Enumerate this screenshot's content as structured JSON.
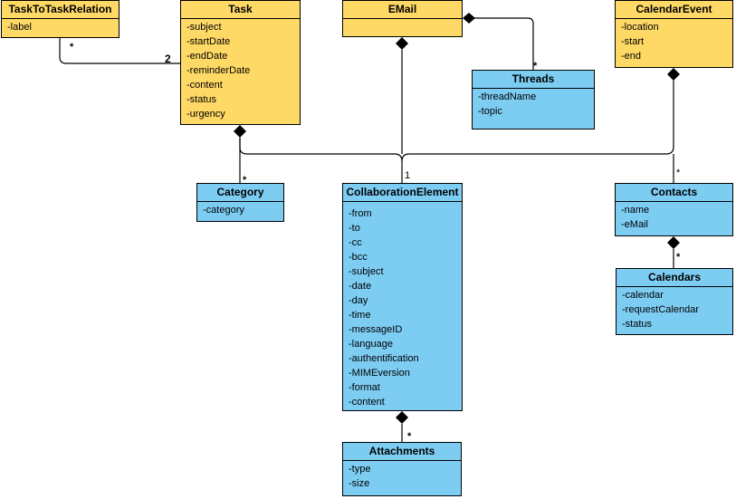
{
  "classes": [
    {
      "id": "tasktotask",
      "name": "TaskToTaskRelation",
      "attributes": [
        "-label"
      ],
      "color": "#ffd966"
    },
    {
      "id": "task",
      "name": "Task",
      "attributes": [
        "-subject",
        "-startDate",
        "-endDate",
        "-reminderDate",
        "-content",
        "-status",
        "-urgency"
      ],
      "color": "#ffd966"
    },
    {
      "id": "email",
      "name": "EMail",
      "attributes": [],
      "color": "#ffd966"
    },
    {
      "id": "calendarevent",
      "name": "CalendarEvent",
      "attributes": [
        "-location",
        "-start",
        "-end"
      ],
      "color": "#ffd966"
    },
    {
      "id": "threads",
      "name": "Threads",
      "attributes": [
        "-threadName",
        "-topic"
      ],
      "color": "#7dcdf3"
    },
    {
      "id": "category",
      "name": "Category",
      "attributes": [
        "-category"
      ],
      "color": "#7dcdf3"
    },
    {
      "id": "collab",
      "name": "CollaborationElement",
      "attributes": [
        "-from",
        "-to",
        "-cc",
        "-bcc",
        "-subject",
        "-date",
        "-day",
        "-time",
        "-messageID",
        "-language",
        "-authentification",
        "-MIMEversion",
        "-format",
        "-content"
      ],
      "color": "#7dcdf3"
    },
    {
      "id": "contacts",
      "name": "Contacts",
      "attributes": [
        "-name",
        "-eMail"
      ],
      "color": "#7dcdf3"
    },
    {
      "id": "calendars",
      "name": "Calendars",
      "attributes": [
        "-calendar",
        "-requestCalendar",
        "-status"
      ],
      "color": "#7dcdf3"
    },
    {
      "id": "attachments",
      "name": "Attachments",
      "attributes": [
        "-type",
        "-size"
      ],
      "color": "#7dcdf3"
    }
  ],
  "multiplicities": {
    "tasktotask_star": "*",
    "task_two": "2",
    "email_threads_star": "*",
    "category_star": "*",
    "collab_one": "1",
    "contacts_star": "*",
    "calendars_star": "*",
    "attachments_star": "*"
  }
}
